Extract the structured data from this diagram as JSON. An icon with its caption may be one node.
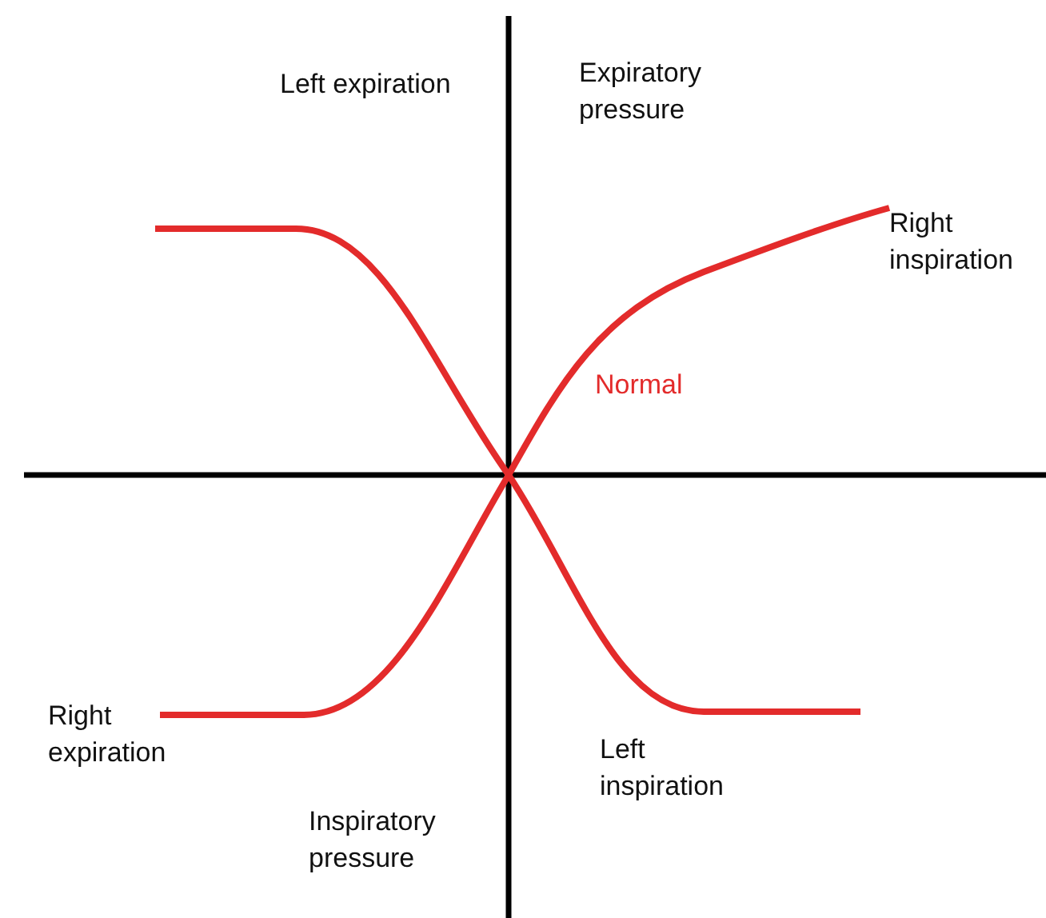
{
  "diagram": {
    "labels": [
      "Left expiration",
      "Expiratory pressure",
      "Right inspiration",
      "Normal",
      "Right expiration",
      "Left inspiration",
      "Inspiratory pressure"
    ]
  }
}
